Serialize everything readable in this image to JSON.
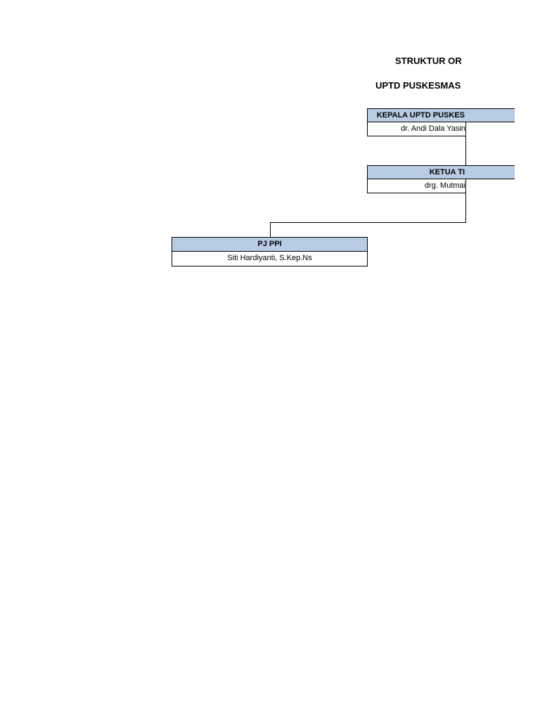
{
  "org_chart": {
    "title_line_1": "STRUKTUR OR",
    "title_line_2": "UPTD PUSKESMAS",
    "kepala": {
      "role": "KEPALA UPTD PUSKES",
      "name": "dr. Andi Dala Yasin"
    },
    "ketua": {
      "role": "KETUA TI",
      "name": "drg. Mutmai"
    },
    "pj": {
      "role": "PJ PPI",
      "name": "Siti Hardiyanti, S.Kep.Ns"
    }
  },
  "colors": {
    "header_fill": "#b8cce4",
    "border": "#000000"
  }
}
